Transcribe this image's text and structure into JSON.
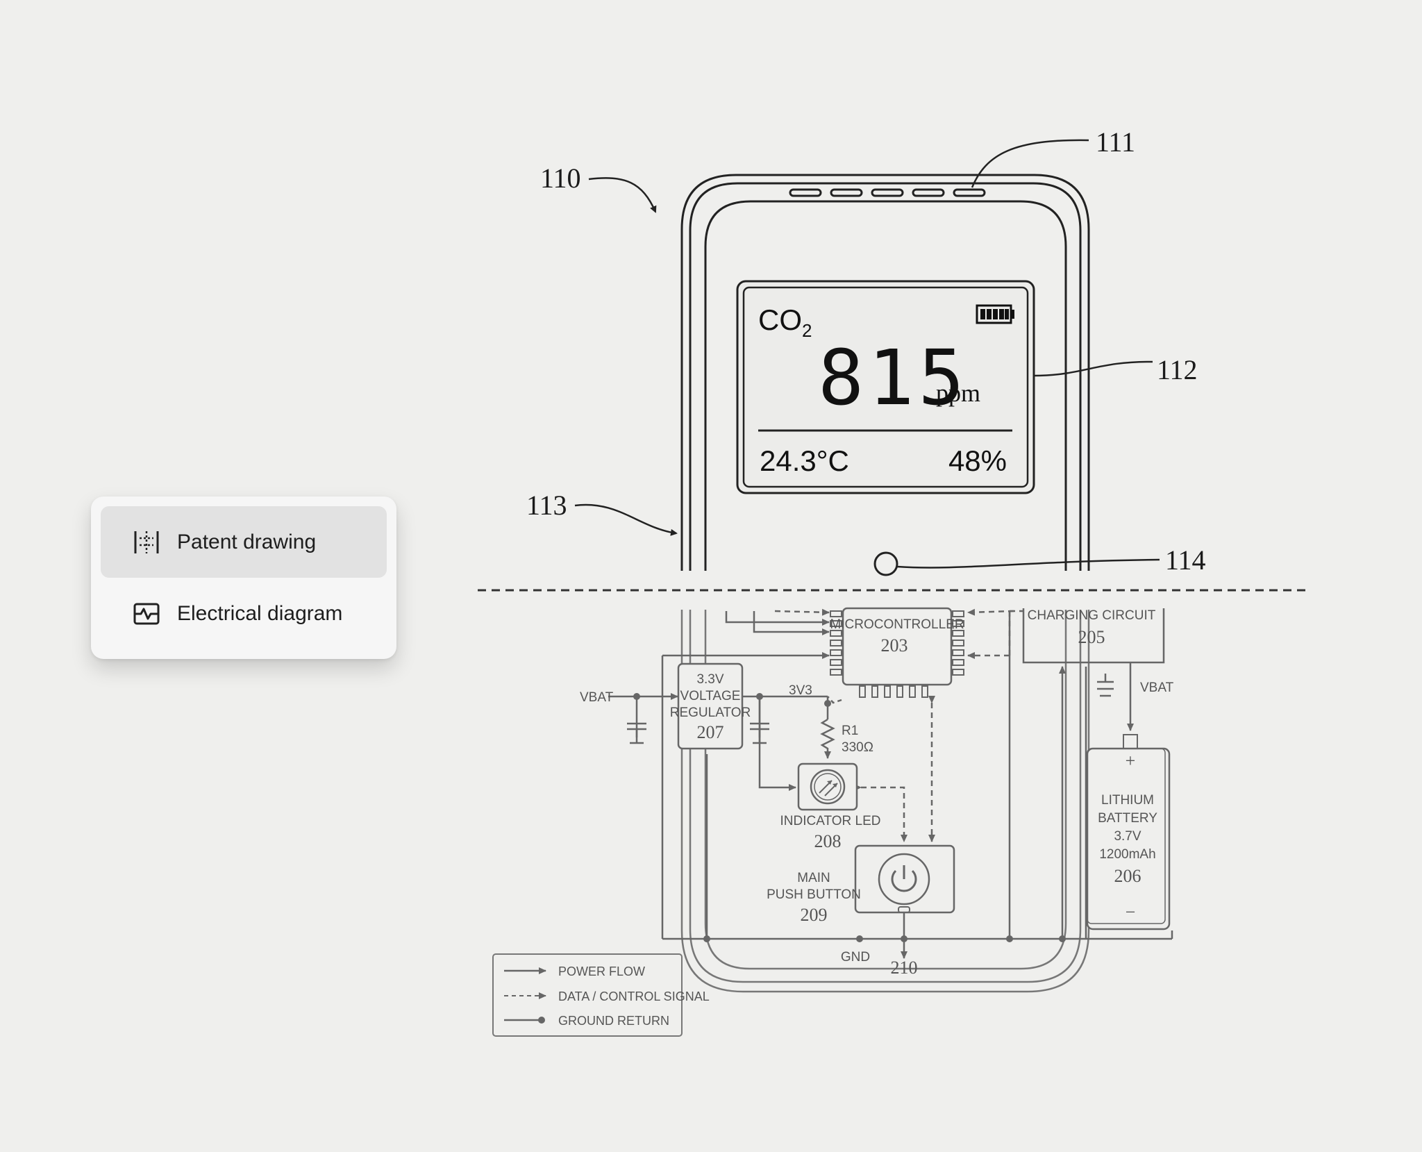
{
  "menu": {
    "items": [
      {
        "label": "Patent drawing",
        "icon": "patent-drawing-icon",
        "selected": true
      },
      {
        "label": "Electrical diagram",
        "icon": "electrical-diagram-icon",
        "selected": false
      }
    ]
  },
  "device": {
    "refs": {
      "device": "110",
      "vents": "111",
      "display": "112",
      "housing": "113",
      "port": "114"
    },
    "screen": {
      "gas": "CO",
      "gas_sub": "2",
      "value": "815",
      "unit": "ppm",
      "temperature": "24.3°C",
      "humidity": "48%"
    }
  },
  "circuit": {
    "microcontroller": {
      "label": "MICROCONTROLLER",
      "num": "203"
    },
    "charging": {
      "label": "CHARGING CIRCUIT",
      "num": "205"
    },
    "regulator": {
      "line1": "3.3V",
      "line2": "VOLTAGE",
      "line3": "REGULATOR",
      "num": "207"
    },
    "vbat_left": "VBAT",
    "vbat_right": "VBAT",
    "rail": "3V3",
    "resistor": {
      "name": "R1",
      "value": "330Ω"
    },
    "led": {
      "label": "INDICATOR LED",
      "num": "208"
    },
    "button": {
      "line1": "MAIN",
      "line2": "PUSH BUTTON",
      "num": "209"
    },
    "battery": {
      "line1": "LITHIUM",
      "line2": "BATTERY",
      "line3": "3.7V",
      "line4": "1200mAh",
      "num": "206",
      "plus": "+",
      "minus": "−"
    },
    "gnd": "GND",
    "gnd_num": "210"
  },
  "legend": {
    "items": [
      "POWER FLOW",
      "DATA / CONTROL SIGNAL",
      "GROUND RETURN"
    ]
  }
}
